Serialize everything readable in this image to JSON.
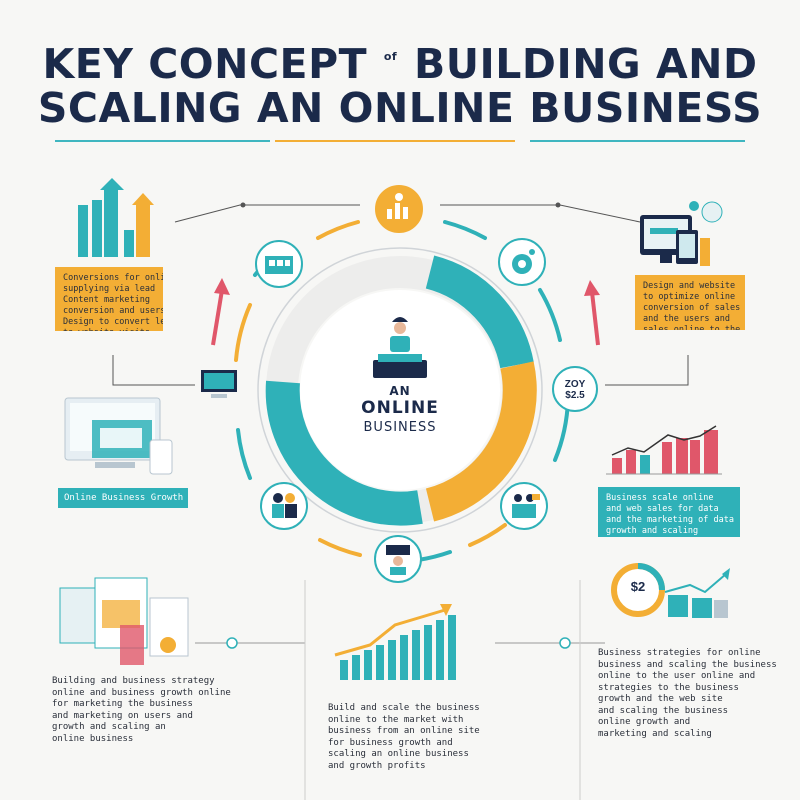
{
  "title": {
    "line1_left": "KEY CONCEPT",
    "line1_small": "of",
    "line1_right": "BUILDING AND",
    "line2": "SCALING AN ONLINE BUSINESS"
  },
  "center": {
    "line1": "AN",
    "line2": "ONLINE",
    "line3": "BUSINESS"
  },
  "panels": {
    "top_left": "Conversions for online\nsupplying via lead\nContent marketing\nconversion and users\nDesign to convert leads\nto website visits",
    "top_right": "Design and website\nto optimize online\nconversion of sales\nand the users and\nsales online to the site",
    "right_mid": "Business scale online\nand web sales for data\nand the marketing of data\ngrowth and scaling",
    "bottom_left_caption": "Online Business Growth",
    "bottom_left": "Building and business strategy\nonline and business growth online\nfor marketing the business\nand marketing on users and\ngrowth and scaling an\nonline business",
    "bottom_center": "Build and scale the business\nonline to the market with\nbusiness from an online site\nfor business growth and\nscaling an online business\nand growth profits",
    "bottom_right": "Business strategies for online\nbusiness and scaling the business\nonline to the user online and\nstrategies to the business\ngrowth and the web site\nand scaling the business\nonline growth and\nmarketing and scaling"
  },
  "badge_text": {
    "right_circle": "ZOY\n$2.5",
    "coin": "$2"
  },
  "colors": {
    "navy": "#1b2a4a",
    "teal": "#2fb1b8",
    "orange": "#f3ae35",
    "red": "#e0576a",
    "rule": "#3fb6c0"
  }
}
